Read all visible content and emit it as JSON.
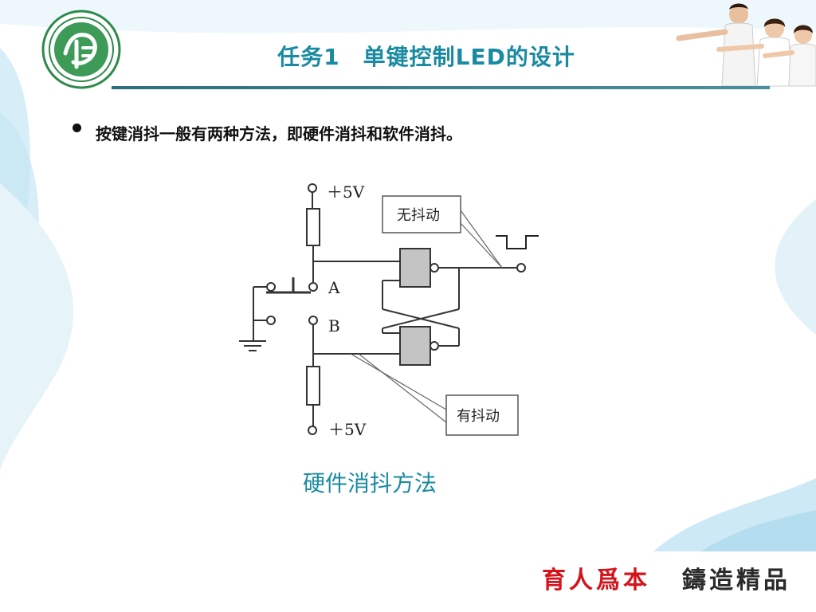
{
  "slide": {
    "title": "任务1　单键控制LED的设计",
    "bullet": "按键消抖一般有两种方法，即硬件消抖和软件消抖。",
    "caption": "硬件消抖方法"
  },
  "circuit": {
    "vcc_top": "＋5V",
    "vcc_bottom": "＋5V",
    "label_a": "A",
    "label_b": "B",
    "callout_no_bounce": "无抖动",
    "callout_bounce": "有抖动"
  },
  "footer": {
    "motto_left": "育人爲本",
    "motto_right": "鑄造精品"
  },
  "colors": {
    "title": "#1a8aa2",
    "caption": "#1a8aa2",
    "motto_left": "#d4141c",
    "motto_right": "#2a2a2a",
    "stripe": "#bfe3f2",
    "gate_fill": "#c4c4c4"
  }
}
